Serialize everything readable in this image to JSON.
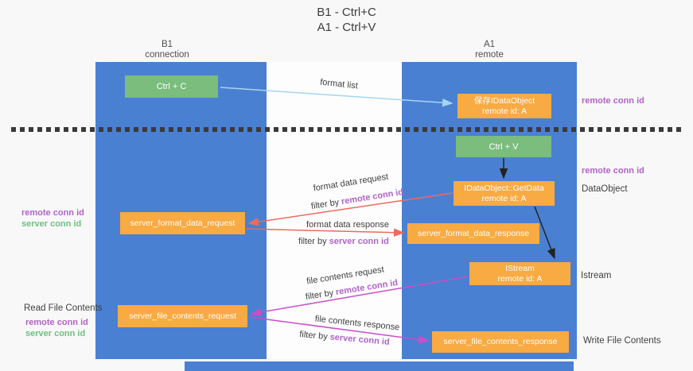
{
  "title": {
    "line1": "B1 - Ctrl+C",
    "line2": "A1 - Ctrl+V"
  },
  "lifelines": {
    "left": {
      "name": "B1",
      "role": "connection"
    },
    "right": {
      "name": "A1",
      "role": "remote"
    }
  },
  "boxes": {
    "ctrl_c": {
      "label": "Ctrl + C"
    },
    "save_idataobject": {
      "line1": "保存IDataObject",
      "line2": "remote id: A"
    },
    "ctrl_v": {
      "label": "Ctrl + V"
    },
    "getdata": {
      "line1": "IDataObject::GetData",
      "line2": "remote id: A"
    },
    "istream": {
      "line1": "IStream",
      "line2": "remote id: A"
    },
    "format_request": {
      "label": "server_format_data_request"
    },
    "format_response": {
      "label": "server_format_data_response"
    },
    "file_request": {
      "label": "server_file_contents_request"
    },
    "file_response": {
      "label": "server_file_contents_response"
    }
  },
  "arrows": {
    "format_list": {
      "label": "format list"
    },
    "format_request": {
      "label": "format data request",
      "filter_prefix": "filter by",
      "filter_value": "remote conn id"
    },
    "format_response": {
      "label": "format data response",
      "filter_prefix": "filter by",
      "filter_value": "server conn id"
    },
    "file_request": {
      "label": "file contents request",
      "filter_prefix": "filter by",
      "filter_value": "remote conn id"
    },
    "file_response": {
      "label": "file contents response",
      "filter_prefix": "filter by",
      "filter_value": "server conn id"
    }
  },
  "annotations": {
    "right_remote_conn_id_1": "remote conn id",
    "right_remote_conn_id_2": "remote conn id",
    "dataobject": "DataObject",
    "istream": "Istream",
    "write_file_contents": "Write File Contents",
    "read_file_contents": "Read File Contents",
    "left_remote_conn_id_1": "remote conn id",
    "left_server_conn_id_1": "server conn id",
    "left_remote_conn_id_2": "remote conn id",
    "left_server_conn_id_2": "server conn id"
  },
  "colors": {
    "column_blue": "#4a80d2",
    "box_green": "#7abd7d",
    "box_orange": "#f8aa43",
    "arrow_red": "#ed6a5f",
    "arrow_magenta": "#c84fc8",
    "arrow_light_blue": "#a7d4f1",
    "remote_conn_id_text": "#b263c8",
    "server_conn_id_text": "#6fbe7e"
  }
}
